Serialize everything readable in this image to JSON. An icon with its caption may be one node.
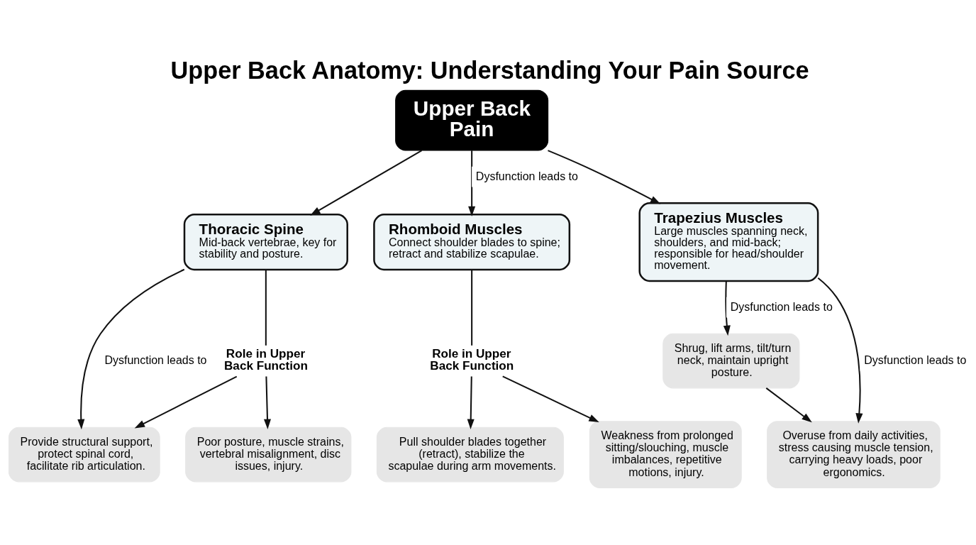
{
  "diagram": {
    "title": "Upper Back Anatomy: Understanding Your Pain Source",
    "nodes": [
      {
        "text": [
          "Upper Back Pain"
        ]
      },
      {
        "text": [
          "Thoracic Spine",
          "Mid-back vertebrae, key for stability and posture."
        ]
      },
      {
        "text": [
          "Trapezius Muscles",
          "Large muscles spanning neck, shoulders, and mid-back; responsible for head/shoulder movement."
        ]
      },
      {
        "text": [
          "Provide structural support, protect spinal cord, facilitate rib articulation."
        ]
      },
      {
        "text": [
          "Role in Upper Back Function"
        ]
      },
      {
        "text": [
          "Poor posture, muscle strains, vertebral misalignment, disc issues, injury."
        ]
      },
      {
        "text": [
          "Shrug, lift arms, tilt/turn neck, maintain upright posture."
        ]
      },
      {
        "text": [
          "Overuse from daily activities, stress causing muscle tension, carrying heavy loads, poor ergonomics."
        ]
      },
      {
        "text": [
          "Rhomboid Muscles",
          "Connect shoulder blades to spine; retract and stabilize scapulae."
        ]
      },
      {
        "text": [
          "Role in Upper Back Function"
        ]
      },
      {
        "text": [
          "Pull shoulder blades together (retract), stabilize the scapulae during arm movements."
        ]
      },
      {
        "text": [
          "Weakness from prolonged sitting/slouching, muscle imbalances, repetitive motions, injury."
        ]
      }
    ],
    "edges": [
      {
        "from": 0,
        "to": 1,
        "arrow": "to"
      },
      {
        "from": 0,
        "to": 8,
        "arrow": "to",
        "label": "Dysfunction leads to"
      },
      {
        "from": 0,
        "to": 2,
        "arrow": "to"
      },
      {
        "from": 1,
        "to": 3,
        "arrow": "to",
        "label": "Dysfunction leads to"
      },
      {
        "from": 1,
        "to": 4,
        "arrow": "none"
      },
      {
        "from": 4,
        "to": 3,
        "arrow": "to"
      },
      {
        "from": 4,
        "to": 5,
        "arrow": "to"
      },
      {
        "from": 8,
        "to": 9,
        "arrow": "none"
      },
      {
        "from": 9,
        "to": 10,
        "arrow": "to"
      },
      {
        "from": 9,
        "to": 11,
        "arrow": "to"
      },
      {
        "from": 2,
        "to": 6,
        "arrow": "to",
        "label": "Dysfunction leads to"
      },
      {
        "from": 2,
        "to": 7,
        "arrow": "to",
        "label": "Dysfunction leads to"
      },
      {
        "from": 6,
        "to": 7,
        "arrow": "to"
      }
    ]
  }
}
